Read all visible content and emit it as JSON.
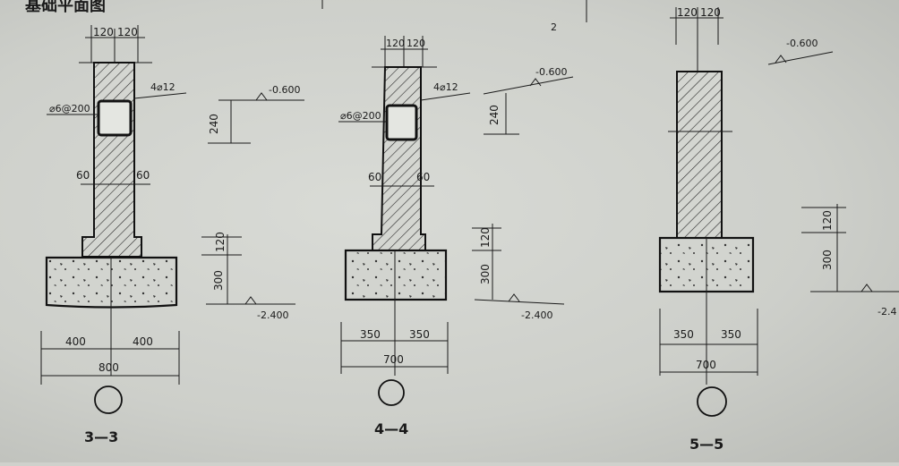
{
  "page": {
    "title_fragment": "基础平面图",
    "corner_mark": "2"
  },
  "sections": [
    {
      "id": "3-3",
      "label": "3—3",
      "top_widths": [
        "120",
        "120"
      ],
      "rebar_main": "4⌀12",
      "stirrup": "⌀6@200",
      "step_left": "60",
      "step_right": "60",
      "footing_halves": [
        "400",
        "400"
      ],
      "footing_total": "800",
      "top_elev": "-0.600",
      "dim_upper": "240",
      "dim_step": "120",
      "dim_footing": "300",
      "bottom_elev": "-2.400"
    },
    {
      "id": "4-4",
      "label": "4—4",
      "top_widths": [
        "120",
        "120"
      ],
      "rebar_main": "4⌀12",
      "stirrup": "⌀6@200",
      "step_left": "60",
      "step_right": "60",
      "footing_halves": [
        "350",
        "350"
      ],
      "footing_total": "700",
      "top_elev": "-0.600",
      "dim_upper": "240",
      "dim_step": "120",
      "dim_footing": "300",
      "bottom_elev": "-2.400"
    },
    {
      "id": "5-5",
      "label": "5—5",
      "top_widths": [
        "120",
        "120"
      ],
      "footing_halves": [
        "350",
        "350"
      ],
      "footing_total": "700",
      "top_elev": "-0.600",
      "dim_step": "120",
      "dim_footing": "300",
      "bottom_elev": "-2.4"
    }
  ]
}
